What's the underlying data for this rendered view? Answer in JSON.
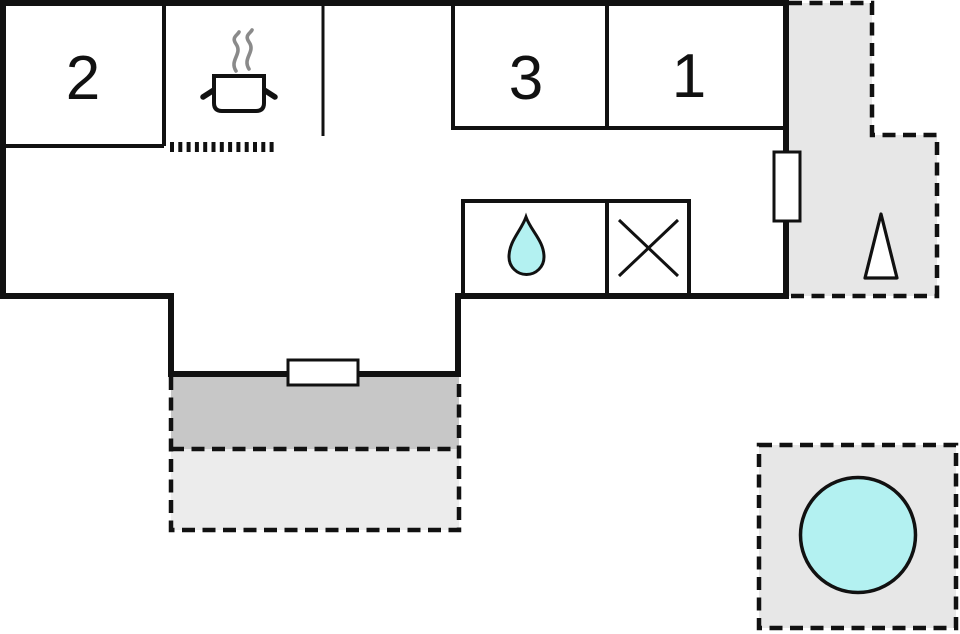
{
  "plan": {
    "kind": "holiday-home floor plan",
    "rooms": {
      "room2": {
        "label": "2"
      },
      "room3": {
        "label": "3"
      },
      "room1": {
        "label": "1"
      }
    },
    "icons": {
      "stove": "stove-pot-with-steam-icon",
      "counter": "kitchen-counter-dotted-line",
      "sink": "water-drop-icon",
      "shower": "shower-cross-icon",
      "tree": "tree-icon",
      "hot_tub": "hot-tub-circle-icon",
      "window": "window-fixture",
      "door": "entrance-door-fixture"
    },
    "colors": {
      "wall": "#111111",
      "steam": "#8a8a8a",
      "terrace": "#e7e7e7",
      "terrace_dark": "#c7c7c7",
      "terrace_light": "#ececec",
      "water": "#b3f1f1",
      "fixture_fill": "#ffffff"
    }
  }
}
